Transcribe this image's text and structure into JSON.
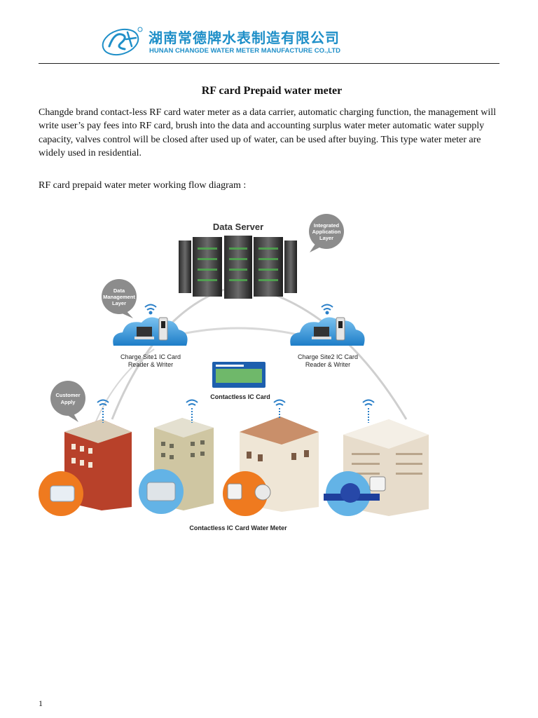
{
  "header": {
    "company_cn": "湖南常德牌水表制造有限公司",
    "company_en": "HUNAN CHANGDE WATER METER MANUFACTURE CO.,LTD",
    "brand_color": "#1f8fc8"
  },
  "document": {
    "title": "RF card Prepaid water meter",
    "paragraph": "Changde brand contact-less RF card water meter as a data carrier, automatic charging function, the management will write user’s pay fees into RF card, brush into the data and accounting surplus water meter automatic water supply capacity, valves control will be closed after used up of water, can be used after buying. This type water meter are widely used in residential.",
    "flow_label": "RF card prepaid water meter working flow diagram :",
    "page_number": "1"
  },
  "diagram": {
    "server_label": "Data Server",
    "bubble_integrated": [
      "Integrated",
      "Application",
      "Layer"
    ],
    "bubble_data_mgmt": [
      "Data",
      "Management",
      "Layer"
    ],
    "bubble_customer": [
      "Customer",
      "Apply"
    ],
    "site1": [
      "Charge Site1 IC Card",
      "Reader & Writer"
    ],
    "site2": [
      "Charge Site2 IC Card",
      "Reader & Writer"
    ],
    "card_label": "Contactless IC Card",
    "meter_label": "Contactless IC Card Water Meter",
    "colors": {
      "cloud": "#2f8fd6",
      "bubble": "#8c8c8c",
      "meter_circle": "#ef7a1f",
      "meter_circle_blue": "#63b3e6",
      "wifi": "#2a7fc8"
    }
  }
}
